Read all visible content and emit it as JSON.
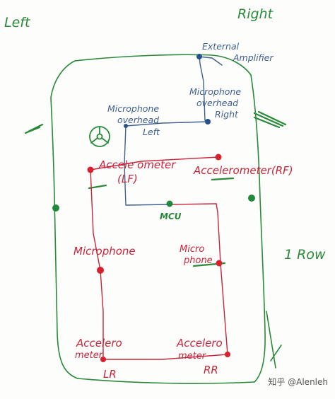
{
  "sides": {
    "left": "Left",
    "right": "Right",
    "row": "1 Row"
  },
  "labels": {
    "external_amplifier_line1": "External",
    "external_amplifier_line2": "Amplifier",
    "mic_overhead_left_line1": "Microphone",
    "mic_overhead_left_line2": "overhead",
    "mic_overhead_left_line3": "Left",
    "mic_overhead_right_line1": "Microphone",
    "mic_overhead_right_line2": "overhead",
    "mic_overhead_right_line3": "Right",
    "accelerometer_lf_line1": "Accele ometer",
    "accelerometer_lf_line2": "(LF)",
    "accelerometer_rf": "Accelerometer(RF)",
    "mcu": "MCU",
    "microphone_left": "Microphone",
    "microphone_right_line1": "Micro",
    "microphone_right_line2": "phone",
    "accelerometer_lr_line1": "Accelero",
    "accelerometer_lr_line2": "meter",
    "accelerometer_lr_tag": "LR",
    "accelerometer_rr_line1": "Accelero",
    "accelerometer_rr_line2": "meter",
    "accelerometer_rr_tag": "RR"
  },
  "watermark": "知乎 @Alenleh",
  "colors": {
    "outline_green": "#2a8a3a",
    "wire_blue": "#3f5f8f",
    "wire_red": "#c8243a",
    "node_red": "#d8202e",
    "node_blue": "#26528c",
    "node_green": "#1f8a3c"
  },
  "icons": {
    "steering_wheel": "steering-wheel-icon"
  }
}
